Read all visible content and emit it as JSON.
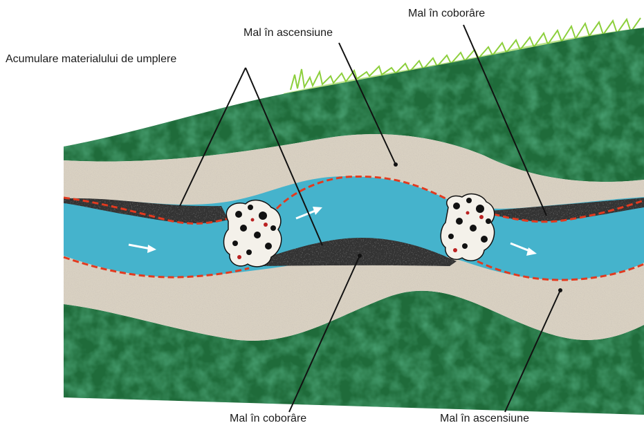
{
  "labels": {
    "fill_accumulation": "Acumulare materialului de umplere",
    "rising_bank_top": "Mal în ascensiune",
    "falling_bank_top": "Mal în coborâre",
    "falling_bank_bottom": "Mal în coborâre",
    "rising_bank_bottom": "Mal în ascensiune"
  },
  "colors": {
    "grass": "#1f6b3a",
    "grass_light": "#8ccf3c",
    "bank_sand": "#d9d1c2",
    "water": "#45b3cc",
    "fill_material": "#333333",
    "bank_edge": "#e23a1f"
  },
  "icons": [
    "flow-arrow-icon",
    "debris-obstacle-icon"
  ]
}
